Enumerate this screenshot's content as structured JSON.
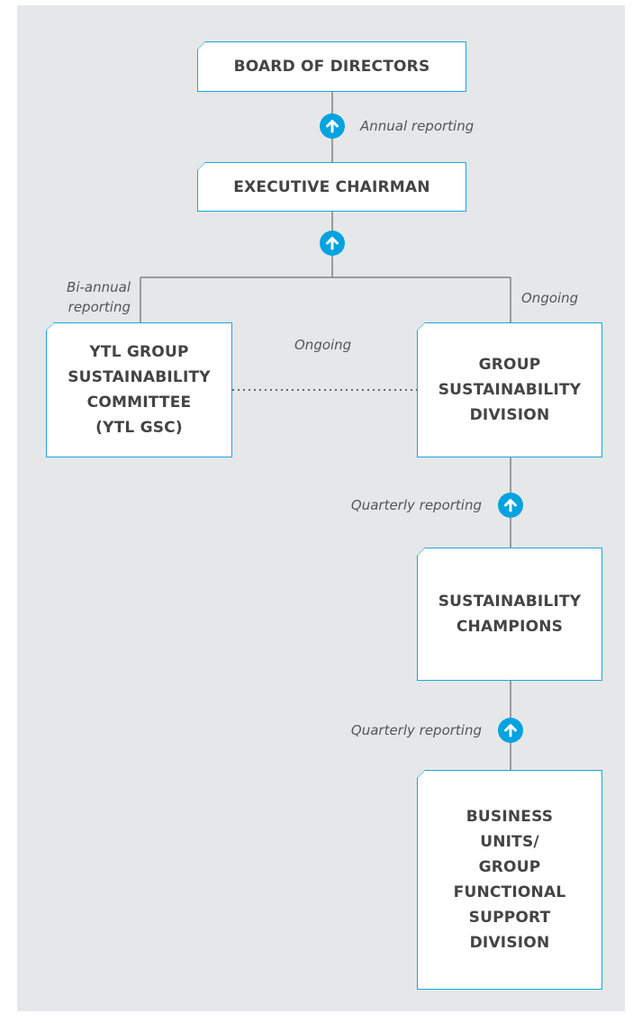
{
  "colors": {
    "background": "#e6e7e8",
    "box_border": "#1aa6df",
    "arrow_fill": "#00a3e0",
    "line": "#808080",
    "text": "#444444"
  },
  "nodes": {
    "board": "BOARD OF DIRECTORS",
    "chairman": "EXECUTIVE CHAIRMAN",
    "ytl_gsc": "YTL GROUP\nSUSTAINABILITY\nCOMMITTEE\n(YTL GSC)",
    "gsd": "GROUP\nSUSTAINABILITY\nDIVISION",
    "champions": "SUSTAINABILITY\nCHAMPIONS",
    "business_units": "BUSINESS\nUNITS/\nGROUP\nFUNCTIONAL\nSUPPORT\nDIVISION"
  },
  "edges": {
    "annual": "Annual reporting",
    "biannual": "Bi-annual\nreporting",
    "ongoing_right": "Ongoing",
    "ongoing_mid": "Ongoing",
    "quarterly_1": "Quarterly reporting",
    "quarterly_2": "Quarterly reporting"
  },
  "icons": {
    "reporting_arrow": "up-arrow-icon"
  }
}
